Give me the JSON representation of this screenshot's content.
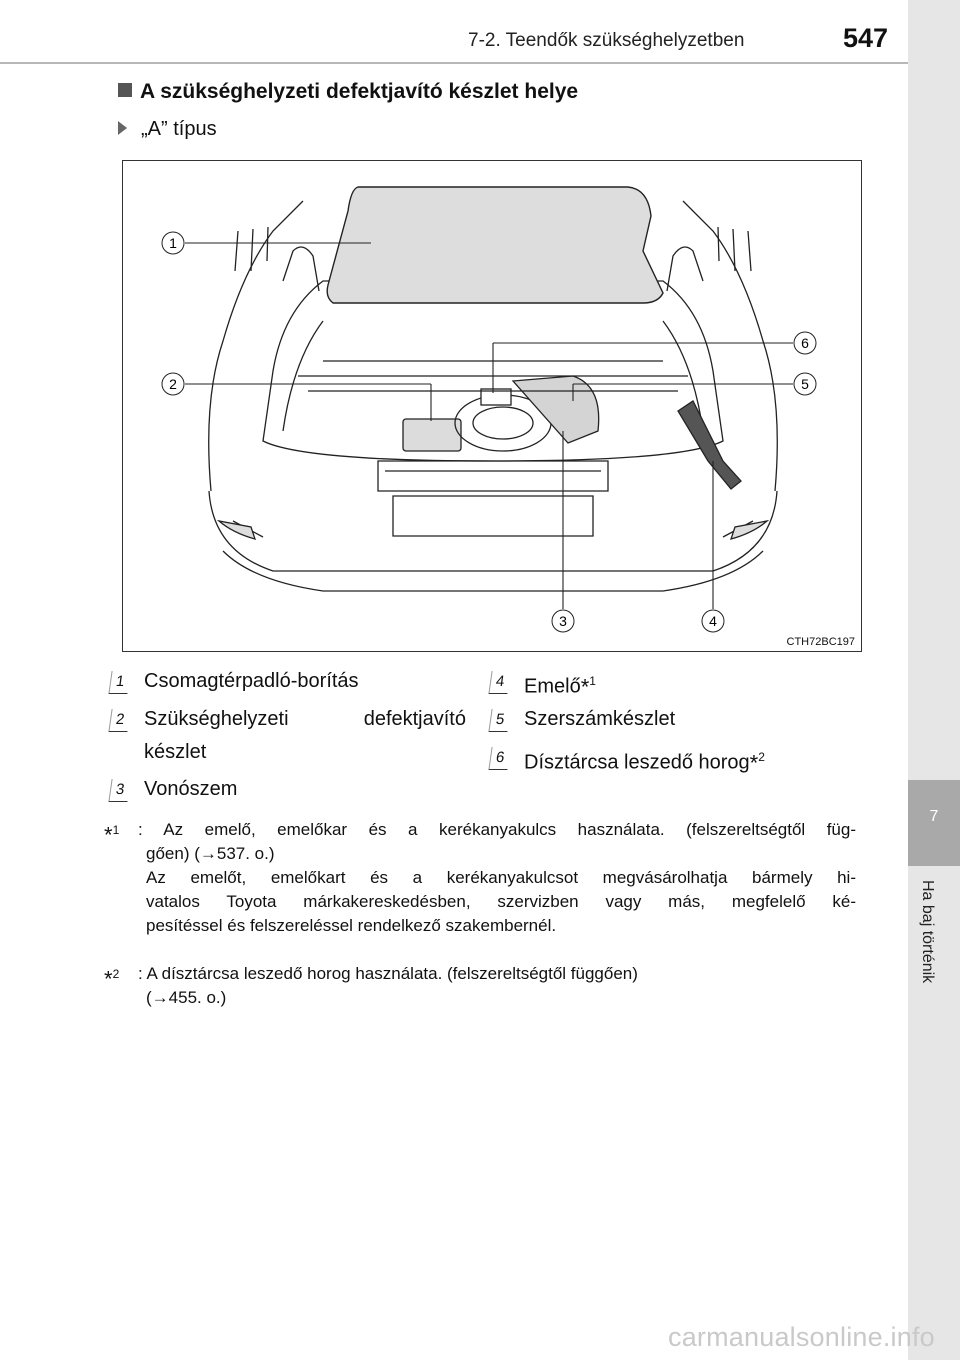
{
  "header": {
    "section_title": "7-2. Teendők szükséghelyzetben",
    "page_number": "547"
  },
  "side_tab": {
    "chapter_number": "7",
    "chapter_name": "Ha baj történik"
  },
  "heading": "A szükséghelyzeti defektjavító készlet helye",
  "type_label": "„A” típus",
  "figure": {
    "code": "CTH72BC197",
    "callouts": [
      "1",
      "2",
      "3",
      "4",
      "5",
      "6"
    ]
  },
  "legend": [
    {
      "num": "1",
      "text": "Csomagtérpadló-borítás"
    },
    {
      "num": "2",
      "line1_a": "Szükséghelyzeti",
      "line1_b": "defektjavító",
      "line2": "készlet"
    },
    {
      "num": "3",
      "text": "Vonószem"
    },
    {
      "num": "4",
      "text": "Emelő",
      "note": "*",
      "note_num": "1"
    },
    {
      "num": "5",
      "text": "Szerszámkészlet"
    },
    {
      "num": "6",
      "text": "Dísztárcsa leszedő horog",
      "note": "*",
      "note_num": "2"
    }
  ],
  "footnotes": [
    {
      "mark": "*",
      "num": "1",
      "lines": [
        ": Az emelő, emelőkar és a kerékanyakulcs használata. (felszereltségtől füg-",
        "gően) (→537. o.)",
        "Az emelőt, emelőkart és a kerékanyakulcsot megvásárolhatja bármely hi-",
        "vatalos Toyota márkakereskedésben, szervizben vagy más, megfelelő ké-",
        "pesítéssel és felszereléssel rendelkező szakembernél."
      ]
    },
    {
      "mark": "*",
      "num": "2",
      "lines": [
        ": A dísztárcsa leszedő horog használata. (felszereltségtől függően)",
        "(→455. o.)"
      ]
    }
  ],
  "watermark": "carmanualsonline.info"
}
